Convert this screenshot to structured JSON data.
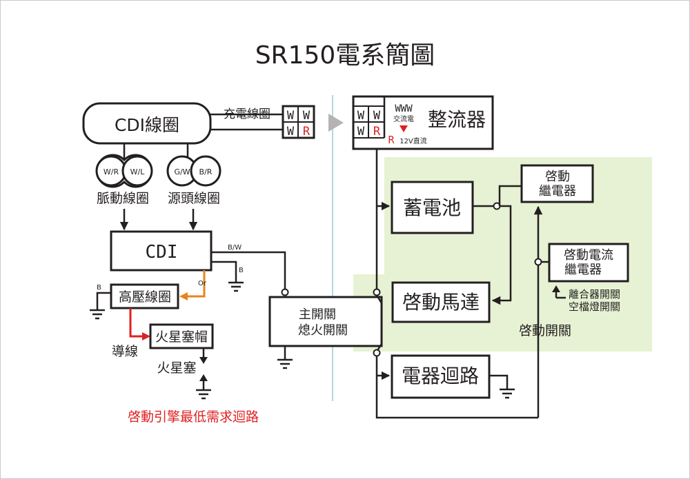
{
  "title": "SR150電系簡圖",
  "colors": {
    "green_area": "#e6f2d3",
    "orange": "#e8831b",
    "red": "#e02020",
    "divider": "#9ec9d6",
    "arrow_gray": "#b4b4b4"
  },
  "left": {
    "cdi_coil": "CDI線圈",
    "charge_coil": "充電線圈",
    "charge_terminals": [
      "W",
      "W",
      "W",
      "R"
    ],
    "pulse_coil": {
      "label": "脈動線圈",
      "wires": [
        "W/R",
        "W/L"
      ]
    },
    "source_coil": {
      "label": "源頭線圈",
      "wires": [
        "G/W",
        "B/R"
      ]
    },
    "cdi": "CDI",
    "wire_bw": "B/W",
    "wire_b_cdi": "B",
    "wire_or": "Or",
    "wire_b_coil": "B",
    "ignition_coil": "高壓線圈",
    "lead_wire": "導線",
    "spark_cap": "火星塞帽",
    "spark_plug": "火星塞",
    "note": "啓動引擎最低需求迴路"
  },
  "center": {
    "main_switch_line1": "主開關",
    "main_switch_line2": "熄火開關"
  },
  "right": {
    "rectifier_terminals": [
      "W",
      "W",
      "W",
      "R"
    ],
    "rectifier_www": "WWW",
    "rectifier_ac": "交流電",
    "rectifier_r": "R",
    "rectifier_dc": "12V直流",
    "rectifier": "整流器",
    "battery": "蓄電池",
    "start_relay_line1": "啓動",
    "start_relay_line2": "繼電器",
    "current_relay_line1": "啓動電流",
    "current_relay_line2": "繼電器",
    "clutch_line1": "離合器開關",
    "clutch_line2": "空檔燈開關",
    "starter_motor": "啓動馬達",
    "start_switch": "啓動開關",
    "electrical_circuit": "電器迴路"
  }
}
